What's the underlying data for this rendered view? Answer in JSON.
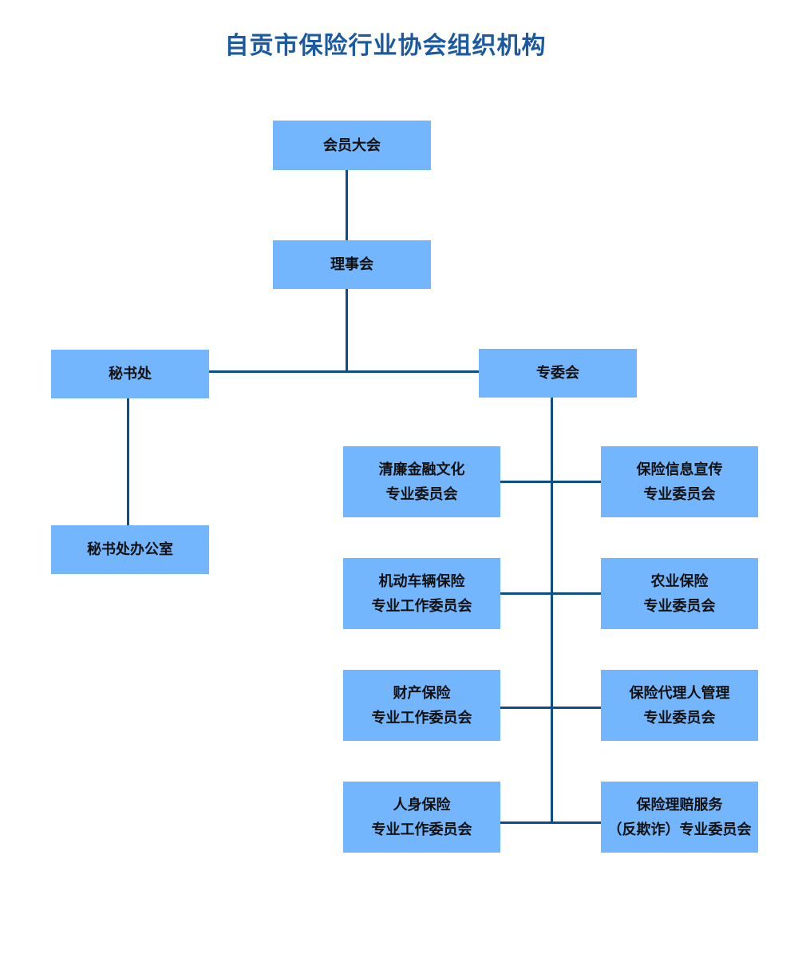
{
  "title": "自贡市保险行业协会组织机构",
  "colors": {
    "title": "#1b5aa0",
    "box": "#74b6fd",
    "line": "#0c4d8c",
    "text": "#111111"
  },
  "nodes": {
    "general_assembly": {
      "label": "会员大会"
    },
    "council": {
      "label": "理事会"
    },
    "secretariat": {
      "label": "秘书处"
    },
    "secretariat_office": {
      "label": "秘书处办公室"
    },
    "committees": {
      "label": "专委会"
    },
    "clean_finance": {
      "line1": "清廉金融文化",
      "line2": "专业委员会"
    },
    "publicity": {
      "line1": "保险信息宣传",
      "line2": "专业委员会"
    },
    "motor": {
      "line1": "机动车辆保险",
      "line2": "专业工作委员会"
    },
    "agriculture": {
      "line1": "农业保险",
      "line2": "专业委员会"
    },
    "property": {
      "line1": "财产保险",
      "line2": "专业工作委员会"
    },
    "agent_mgmt": {
      "line1": "保险代理人管理",
      "line2": "专业委员会"
    },
    "life": {
      "line1": "人身保险",
      "line2": "专业工作委员会"
    },
    "claims": {
      "line1": "保险理赔服务",
      "line2": "（反欺诈）专业委员会"
    }
  }
}
